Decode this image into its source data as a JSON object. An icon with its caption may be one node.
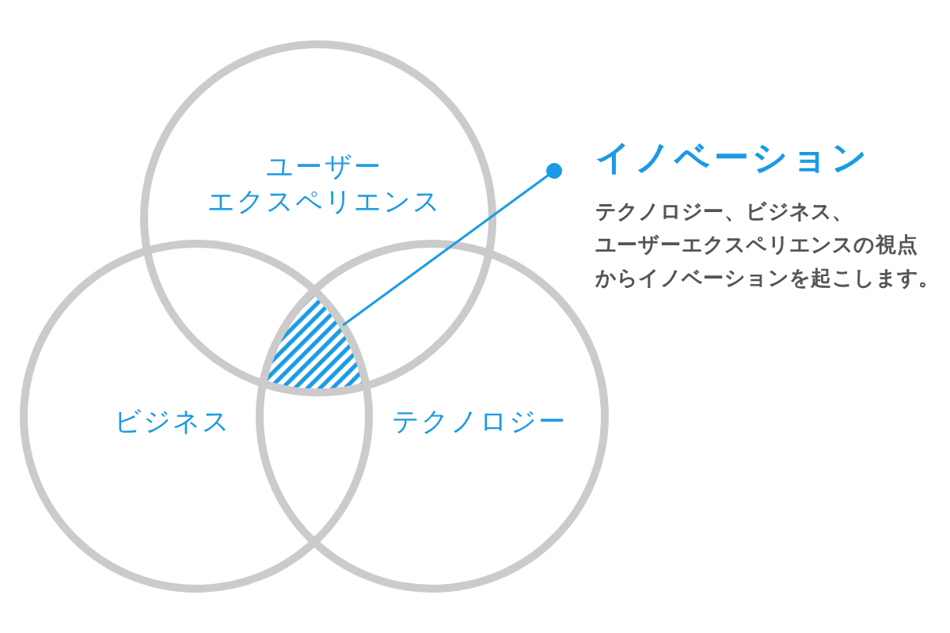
{
  "diagram": {
    "nodes": [
      {
        "text": [
          "ユーザーエクスペリエンス"
        ]
      },
      {
        "text": [
          "ビジネス"
        ]
      },
      {
        "text": [
          "テクノロジー"
        ]
      },
      {
        "text": [],
        "shape": "triangle"
      },
      {
        "text": [
          "イノベーション",
          "テクノロジー、ビジネス、ユーザーエクスペリエンスの視点からイノベーションを起こします。"
        ]
      }
    ],
    "edges": [
      {
        "from": 4,
        "to": 3,
        "arrow": "other"
      }
    ]
  }
}
